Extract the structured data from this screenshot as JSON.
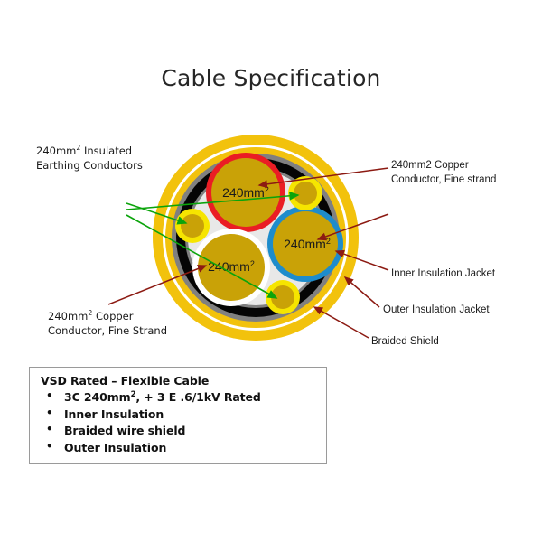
{
  "title": "Cable Specification",
  "diagram": {
    "name": "cable-cross-section",
    "colors": {
      "outer_jacket": "#f2c20c",
      "braided_shield": "#050505",
      "grey_layer": "#808080",
      "inner_insulation": "#e8e8e8",
      "conductor_copper": "#c9a207",
      "red_ring": "#ea1d24",
      "blue_ring": "#1e8ccb",
      "white_ring": "#ffffff",
      "yellow_ring": "#f6e500",
      "green_arrow": "#0ba40b",
      "red_arrow": "#8c1a12"
    },
    "conductors": [
      {
        "name": "conductor-top-red",
        "label": "240mm",
        "sup": "2",
        "ring": "red"
      },
      {
        "name": "conductor-right-blue",
        "label": "240mm",
        "sup": "2",
        "ring": "blue"
      },
      {
        "name": "conductor-bottom-white",
        "label": "240mm",
        "sup": "2",
        "ring": "white"
      }
    ],
    "earthing_conductors": [
      {
        "name": "earth-conductor-upper-right"
      },
      {
        "name": "earth-conductor-left"
      },
      {
        "name": "earth-conductor-lower"
      }
    ]
  },
  "callouts": {
    "earthing": {
      "line1_pre": "240mm",
      "line1_sup": "2",
      "line1_post": " Insulated",
      "line2": "Earthing Conductors"
    },
    "copper_right": {
      "line1": "240mm2 Copper",
      "line2": "Conductor, Fine strand"
    },
    "inner_jacket": "Inner Insulation Jacket",
    "outer_jacket": "Outer Insulation Jacket",
    "braided_shield": "Braided Shield",
    "copper_left": {
      "line1_pre": "240mm",
      "line1_sup": "2",
      "line1_post": " Copper",
      "line2": "Conductor, Fine Strand"
    }
  },
  "spec_box": {
    "title": "VSD Rated – Flexible Cable",
    "items": [
      {
        "pre": "3C 240mm",
        "sup": "2",
        "post": ", + 3 E   .6/1kV Rated"
      },
      {
        "pre": "Inner Insulation",
        "sup": "",
        "post": ""
      },
      {
        "pre": "Braided wire shield",
        "sup": "",
        "post": ""
      },
      {
        "pre": "Outer Insulation",
        "sup": "",
        "post": ""
      }
    ]
  }
}
